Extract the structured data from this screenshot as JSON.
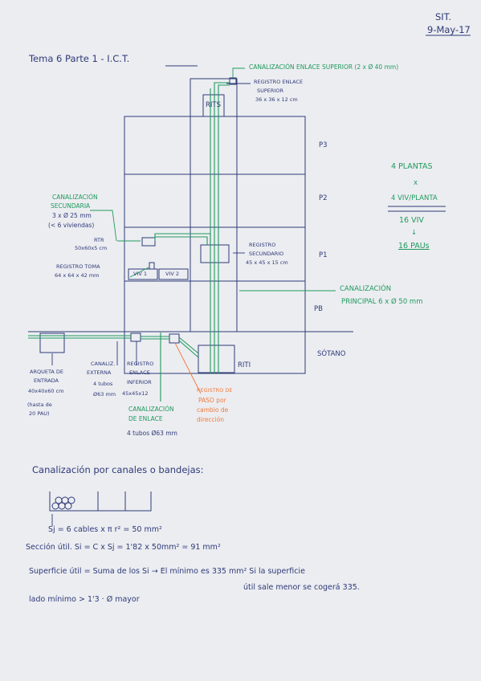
{
  "header": {
    "line1": "SIT.",
    "date": "9-May-17"
  },
  "title": {
    "text": "Tema 6 Parte 1 - ",
    "ict": "I.C.T."
  },
  "right_notes": {
    "plantas": "4 PLANTAS",
    "times": "x",
    "viv_planta": "4 VIV/PLANTA",
    "viv16": "16 VIV",
    "arrow": "↓",
    "paus": "16 PAUs"
  },
  "floors": {
    "p3": "P3",
    "p2": "P2",
    "p1": "P1",
    "pb": "PB",
    "sotano": "SÓTANO"
  },
  "boxes": {
    "rits": "RITS",
    "riti": "RITI",
    "viv1": "VIV 1",
    "viv2": "VIV 2"
  },
  "labels": {
    "can_enlace_sup": "CANALIZACIÓN ENLACE SUPERIOR  (2 x Ø 40 mm)",
    "reg_enlace_sup": [
      "REGISTRO ENLACE",
      "SUPERIOR",
      "36 x 36 x 12 cm"
    ],
    "can_secundaria": [
      "CANALIZACIÓN",
      "SECUNDARIA",
      "3 x Ø 25 mm",
      "(< 6 viviendas)"
    ],
    "rtr": [
      "RTR",
      "50x60x5 cm"
    ],
    "reg_toma": [
      "REGISTRO TOMA",
      "64 x 64 x 42 mm"
    ],
    "reg_secundario": [
      "REGISTRO",
      "SECUNDARIO",
      "45 x 45 x 15 cm"
    ],
    "can_principal": [
      "CANALIZACIÓN",
      "PRINCIPAL   6 x Ø 50 mm"
    ],
    "arqueta": [
      "ARQUETA DE",
      "ENTRADA",
      "40x40x60 cm",
      "(hasta de",
      "20 PAU)"
    ],
    "can_externa": [
      "CANALIZ.",
      "EXTERNA",
      "4 tubos",
      "Ø63 mm"
    ],
    "reg_enlace_inf": [
      "REGISTRO",
      "ENLACE",
      "INFERIOR",
      "45x45x12"
    ],
    "can_enlace": [
      "CANALIZACIÓN",
      "DE ENLACE",
      "4 tubos Ø63 mm"
    ],
    "reg_paso": [
      "REGISTRO DE",
      "PASO por",
      "cambio de",
      "dirección"
    ]
  },
  "notes": {
    "heading": "Canalización por canales o bandejas:",
    "sj": "Sj = 6 cables x π r² = 50 mm²",
    "seccion": "Sección útil.  Si = C x Sj  =  1'82 x 50mm² = 91 mm²",
    "superficie": "Superficie útil  = Suma de los Si   →  El mínimo es 335 mm²  Si la superficie",
    "superficie2": "útil sale menor se cogerá 335.",
    "lado": "lado mínimo  >  1'3 · Ø mayor"
  },
  "colors": {
    "ink": "#2e3a78",
    "green": "#1f9a5e",
    "orange": "#f07a3a",
    "paper": "#ecedf1"
  },
  "icons": [
    "arrow-icon",
    "cable-tray-icon"
  ]
}
